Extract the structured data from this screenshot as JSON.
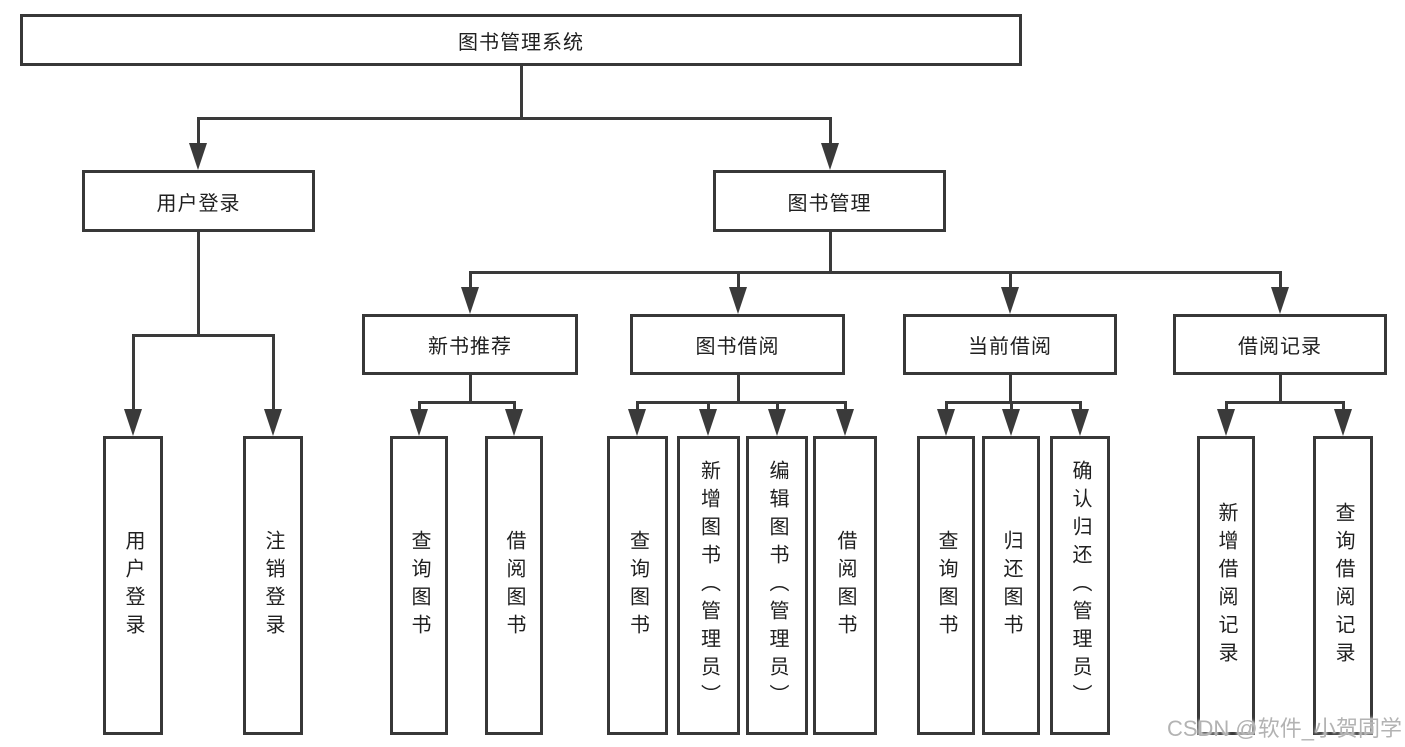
{
  "tree": {
    "root": {
      "label": "图书管理系统"
    },
    "branches": [
      {
        "label": "用户登录",
        "children": [
          {
            "label": "用户登录"
          },
          {
            "label": "注销登录"
          }
        ]
      },
      {
        "label": "图书管理",
        "children": [
          {
            "label": "新书推荐",
            "children": [
              {
                "label": "查询图书"
              },
              {
                "label": "借阅图书"
              }
            ]
          },
          {
            "label": "图书借阅",
            "children": [
              {
                "label": "查询图书"
              },
              {
                "label": "新增图书（管理员）"
              },
              {
                "label": "编辑图书（管理员）"
              },
              {
                "label": "借阅图书"
              }
            ]
          },
          {
            "label": "当前借阅",
            "children": [
              {
                "label": "查询图书"
              },
              {
                "label": "归还图书"
              },
              {
                "label": "确认归还（管理员）"
              }
            ]
          },
          {
            "label": "借阅记录",
            "children": [
              {
                "label": "新增借阅记录"
              },
              {
                "label": "查询借阅记录"
              }
            ]
          }
        ]
      }
    ]
  },
  "watermark": "CSDN @软件_小贺同学",
  "colors": {
    "background": "#ffffff",
    "box_border": "#383838",
    "line": "#3a3a3a",
    "text": "#202020",
    "watermark": "#b3b3b3"
  }
}
